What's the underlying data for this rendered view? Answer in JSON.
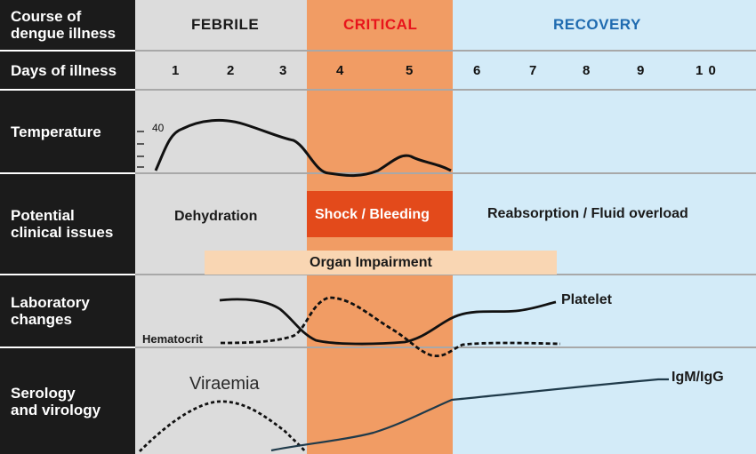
{
  "row_labels": {
    "course": "Course of\ndengue illness",
    "days": "Days of illness",
    "temperature": "Temperature",
    "clinical": "Potential\nclinical issues",
    "laboratory": "Laboratory\nchanges",
    "serology": "Serology\nand virology"
  },
  "phases": {
    "febrile": "FEBRILE",
    "critical": "CRITICAL",
    "recovery": "RECOVERY"
  },
  "days": [
    "1",
    "2",
    "3",
    "4",
    "5",
    "6",
    "7",
    "8",
    "9",
    "1 0"
  ],
  "temperature": {
    "tick_label": "40"
  },
  "clinical": {
    "dehydration": "Dehydration",
    "shock": "Shock / Bleeding",
    "reabsorption": "Reabsorption / Fluid overload",
    "organ": "Organ Impairment"
  },
  "laboratory": {
    "platelet": "Platelet",
    "hematocrit": "Hematocrit"
  },
  "serology": {
    "viraemia": "Viraemia",
    "igm": "IgM/IgG"
  },
  "colors": {
    "febrile_bg": "#dcdcdc",
    "critical_bg": "#f19c64",
    "recovery_bg": "#d3ebf8",
    "critical_text": "#e8141b",
    "recovery_text": "#1f6bb0",
    "shock_box": "#e34a1b",
    "organ_bar": "#f9d6b3",
    "left_column": "#1b1b1b"
  }
}
